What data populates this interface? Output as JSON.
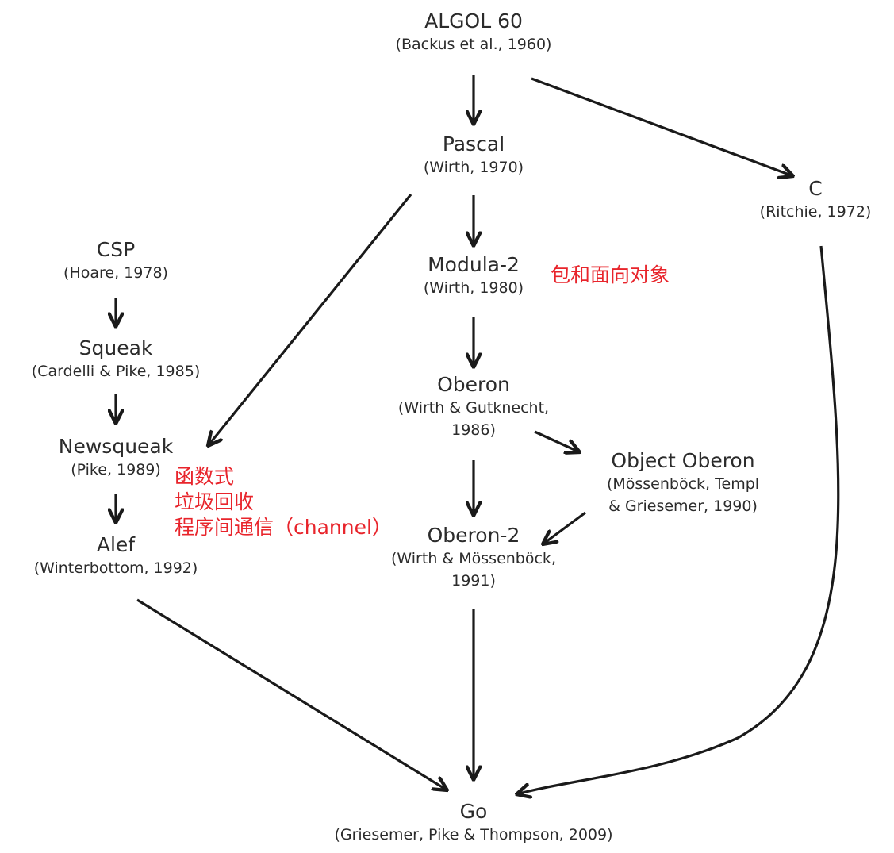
{
  "diagram": {
    "nodes": {
      "algol": {
        "name": "ALGOL 60",
        "cite": [
          "(Backus et al., 1960)"
        ]
      },
      "pascal": {
        "name": "Pascal",
        "cite": [
          "(Wirth, 1970)"
        ]
      },
      "c": {
        "name": "C",
        "cite": [
          "(Ritchie, 1972)"
        ]
      },
      "csp": {
        "name": "CSP",
        "cite": [
          "(Hoare, 1978)"
        ]
      },
      "modula2": {
        "name": "Modula-2",
        "cite": [
          "(Wirth, 1980)"
        ]
      },
      "squeak": {
        "name": "Squeak",
        "cite": [
          "(Cardelli & Pike, 1985)"
        ]
      },
      "oberon": {
        "name": "Oberon",
        "cite": [
          "(Wirth & Gutknecht,",
          "1986)"
        ]
      },
      "newsqueak": {
        "name": "Newsqueak",
        "cite": [
          "(Pike, 1989)"
        ]
      },
      "objoberon": {
        "name": "Object Oberon",
        "cite": [
          "(Mössenböck, Templ",
          "& Griesemer, 1990)"
        ]
      },
      "oberon2": {
        "name": "Oberon-2",
        "cite": [
          "(Wirth & Mössenböck,",
          "1991)"
        ]
      },
      "alef": {
        "name": "Alef",
        "cite": [
          "(Winterbottom, 1992)"
        ]
      },
      "go": {
        "name": "Go",
        "cite": [
          "(Griesemer, Pike & Thompson, 2009)"
        ]
      }
    },
    "edges": [
      [
        "algol",
        "pascal"
      ],
      [
        "algol",
        "c"
      ],
      [
        "pascal",
        "modula2"
      ],
      [
        "pascal",
        "newsqueak"
      ],
      [
        "modula2",
        "oberon"
      ],
      [
        "oberon",
        "objoberon"
      ],
      [
        "oberon",
        "oberon2"
      ],
      [
        "objoberon",
        "oberon2"
      ],
      [
        "csp",
        "squeak"
      ],
      [
        "squeak",
        "newsqueak"
      ],
      [
        "newsqueak",
        "alef"
      ],
      [
        "alef",
        "go"
      ],
      [
        "oberon2",
        "go"
      ],
      [
        "c",
        "go"
      ]
    ],
    "annotations": {
      "modula2_note": "包和面向对象",
      "newsqueak_note": [
        "函数式",
        "垃圾回收",
        "程序间通信（channel）"
      ]
    },
    "colors": {
      "text": "#2b2b2b",
      "arrow": "#1a1a1a",
      "annotation": "#e8242b"
    }
  }
}
